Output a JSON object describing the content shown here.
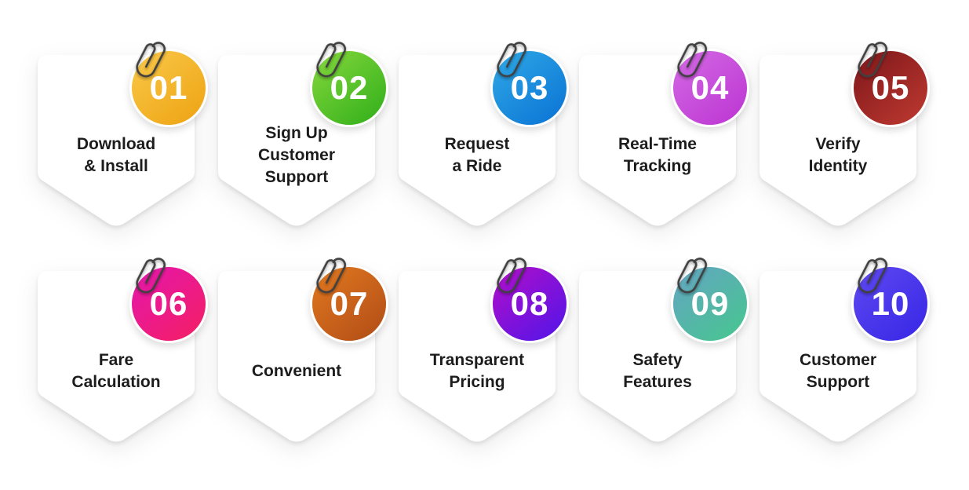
{
  "page": {
    "background_color": "#ffffff",
    "description": "Ten-step infographic of pocket-shaped cards pinned with paperclips"
  },
  "icons": {
    "attachment": "paperclip-icon"
  },
  "cards": [
    {
      "number": "01",
      "label": "Download\n& Install",
      "color_from": "#f9c94a",
      "color_to": "#eea211"
    },
    {
      "number": "02",
      "label": "Sign Up\nCustomer\nSupport",
      "color_from": "#86d83c",
      "color_to": "#2fae1a"
    },
    {
      "number": "03",
      "label": "Request\na Ride",
      "color_from": "#2fa9e6",
      "color_to": "#0a72d4"
    },
    {
      "number": "04",
      "label": "Real-Time\nTracking",
      "color_from": "#d36ae4",
      "color_to": "#bc34d2"
    },
    {
      "number": "05",
      "label": "Verify\nIdentity",
      "color_from": "#7d161a",
      "color_to": "#bf3a31"
    },
    {
      "number": "06",
      "label": "Fare\nCalculation",
      "color_from": "#e416ae",
      "color_to": "#f41f62"
    },
    {
      "number": "07",
      "label": "Convenient",
      "color_from": "#e2791f",
      "color_to": "#b04c17"
    },
    {
      "number": "08",
      "label": "Transparent\nPricing",
      "color_from": "#b30fc9",
      "color_to": "#5015e9"
    },
    {
      "number": "09",
      "label": "Safety\nFeatures",
      "color_from": "#64a4c4",
      "color_to": "#46c78d"
    },
    {
      "number": "10",
      "label": "Customer\nSupport",
      "color_from": "#5f49f0",
      "color_to": "#3626e6"
    }
  ]
}
